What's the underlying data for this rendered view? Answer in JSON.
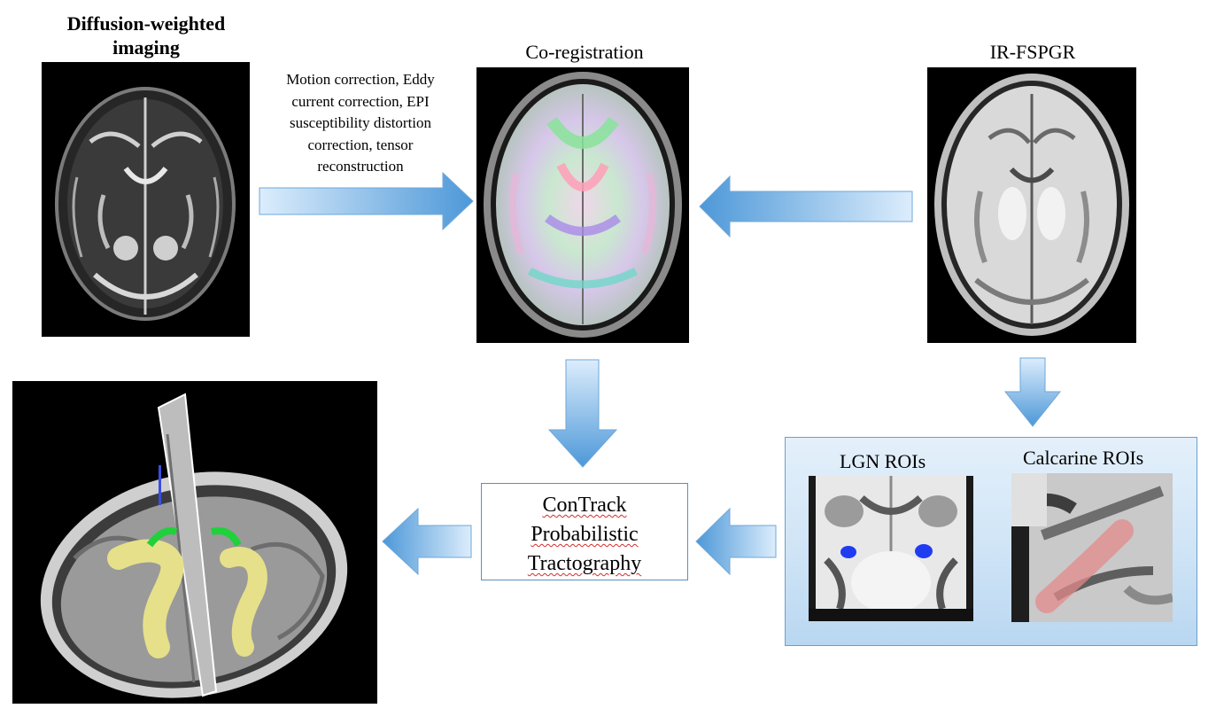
{
  "titles": {
    "dwi_line1": "Diffusion-weighted",
    "dwi_line2": "imaging",
    "coregistration": "Co-registration",
    "ir_fspgr": "IR-FSPGR"
  },
  "processing_steps": {
    "line1": "Motion correction, Eddy",
    "line2": "current correction, EPI",
    "line3": "susceptibility distortion",
    "line4": "correction, tensor",
    "line5": "reconstruction"
  },
  "contrack": {
    "line1": "ConTrack",
    "line2": "Probabilistic",
    "line3": "Tractography"
  },
  "rois": {
    "lgn_label": "LGN ROIs",
    "calcarine_label": "Calcarine ROIs"
  },
  "colors": {
    "arrow_light": "#d8ebfb",
    "arrow_dark": "#4f9ad9",
    "roi_panel_bg": "#cfe4f6",
    "lgn_roi": "#1f3cf0",
    "calcarine_roi": "#e38a8a",
    "tract_yellow": "#e6e08a",
    "tract_green": "#1fd13a"
  }
}
